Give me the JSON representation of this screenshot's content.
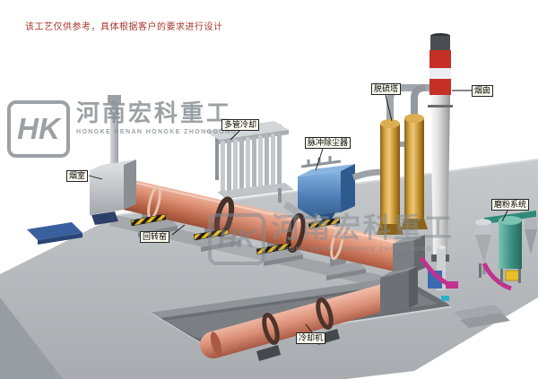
{
  "disclaimer": "该工艺仅供参考，具体根据客户的要求进行设计",
  "watermark": {
    "logo_text": "HK",
    "brand_cn": "河南宏科重工",
    "brand_en": "HONGKE HENAN HONGKE ZHONGGONG"
  },
  "labels": {
    "smoke_chamber": "烟室",
    "multi_tube_cooler": "多管冷却",
    "pulse_dust_collector": "脉冲除尘器",
    "desulfurization_tower": "脱硫塔",
    "chimney": "烟囱",
    "grinding_system": "磨粉系统",
    "rotary_kiln": "回转窑",
    "cooling_machine": "冷却机"
  },
  "colors": {
    "kiln": "#d98f74",
    "cooling_machine": "#db9078",
    "dust_collector": "#4a7ab2",
    "desulfurization_tower": "#c08a28",
    "chimney_band_red": "#c43026",
    "platform_gray": "#b6babd",
    "grinding_teal": "#3f9484",
    "accent_magenta": "#c23290",
    "hazard_yellow": "#e8b820",
    "watermark_gray": "#878d92",
    "disclaimer_red": "#a8352b"
  }
}
